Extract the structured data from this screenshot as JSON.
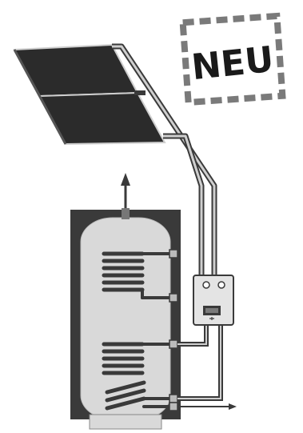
{
  "badge": {
    "text": "NEU"
  },
  "colors": {
    "background": "#ffffff",
    "panel": "#2b2b2b",
    "panel_edge": "#cfcfcf",
    "tank_casing": "#3a3a3a",
    "tank_body": "#d9d9d9",
    "pipe_outline": "#3a3a3a",
    "pipe_fill": "#cfcfcf",
    "coil": "#3a3a3a",
    "badge_border": "#7a7a7a",
    "badge_text": "#1a1a1a"
  },
  "components": {
    "solar_collectors": 2,
    "heat_exchanger_coils": 3,
    "controller_knobs": 2
  }
}
